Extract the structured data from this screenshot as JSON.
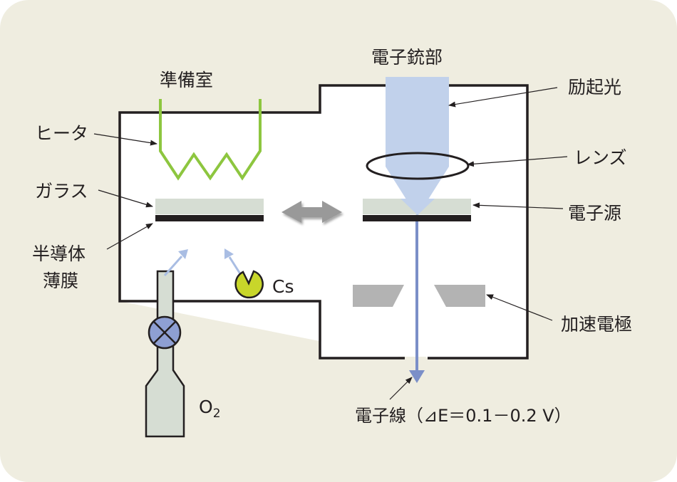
{
  "diagram": {
    "title": "Photocathode electron gun apparatus",
    "colors": {
      "background": "#efede0",
      "chamber_fill": "#ffffff",
      "chamber_stroke": "#231f20",
      "heater": "#8dc63f",
      "glass": "#d6ddd3",
      "film": "#231f20",
      "excitation_light": "#c1d1eb",
      "electron_beam": "#7b8fc8",
      "gas_arrow": "#a9bde3",
      "cs_source": "#c8d62a",
      "valve": "#8e9fd3",
      "electrode": "#b3b3b3",
      "transfer_arrow": "#999999"
    },
    "labels": {
      "prep_chamber": "準備室",
      "electron_gun": "電子銃部",
      "heater": "ヒータ",
      "glass": "ガラス",
      "semiconductor_film_line1": "半導体",
      "semiconductor_film_line2": "薄膜",
      "cs": "Cs",
      "o2_base": "O",
      "o2_sub": "2",
      "excitation_light": "励起光",
      "lens": "レンズ",
      "electron_source": "電子源",
      "accel_electrode": "加速電極",
      "electron_beam": "電子線（⊿E＝0.1－0.2 V）"
    }
  }
}
